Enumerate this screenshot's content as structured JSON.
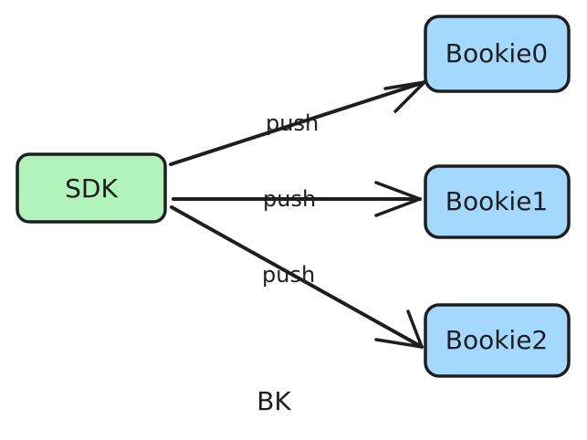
{
  "diagram": {
    "nodes": [
      {
        "id": "sdk",
        "label": "SDK",
        "color": "#b2f2bb"
      },
      {
        "id": "bookie0",
        "label": "Bookie0",
        "color": "#a5d8ff"
      },
      {
        "id": "bookie1",
        "label": "Bookie1",
        "color": "#a5d8ff"
      },
      {
        "id": "bookie2",
        "label": "Bookie2",
        "color": "#a5d8ff"
      }
    ],
    "edges": [
      {
        "from": "sdk",
        "to": "bookie0",
        "label": "push"
      },
      {
        "from": "sdk",
        "to": "bookie1",
        "label": "push"
      },
      {
        "from": "sdk",
        "to": "bookie2",
        "label": "push"
      }
    ],
    "caption": "BK",
    "stroke_color": "#1e1e1e"
  }
}
